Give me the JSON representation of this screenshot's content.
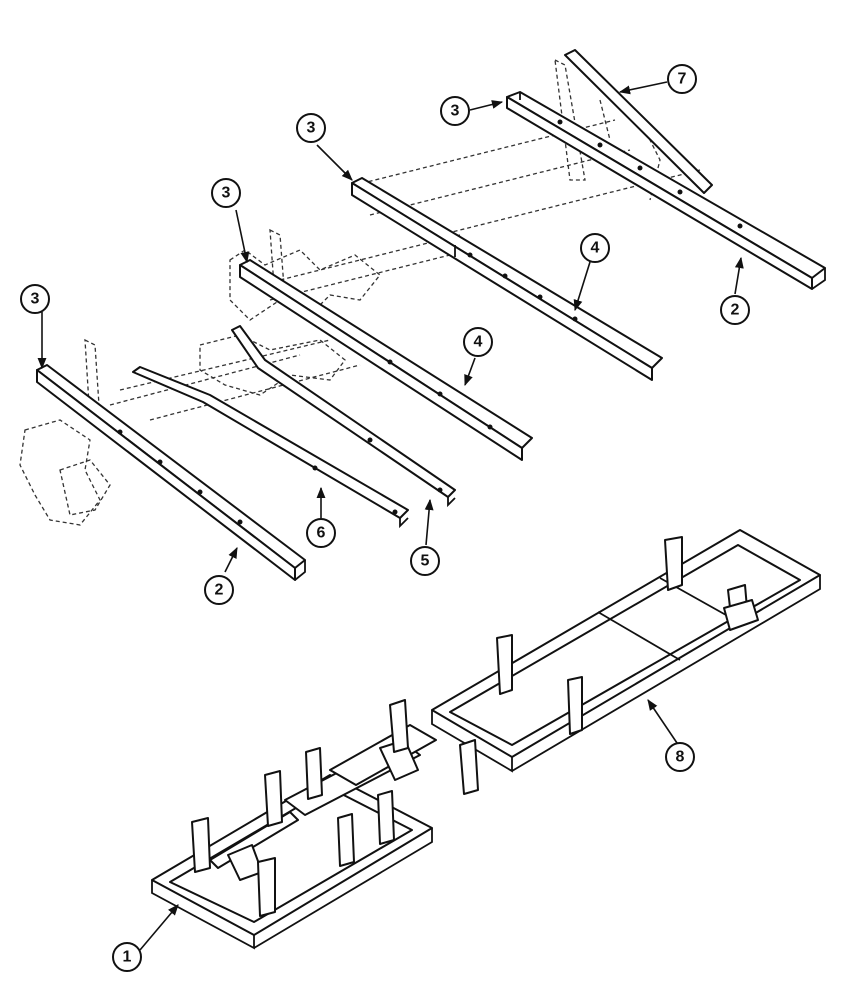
{
  "callouts": [
    {
      "id": "c1",
      "label": "1"
    },
    {
      "id": "c2a",
      "label": "2"
    },
    {
      "id": "c2b",
      "label": "2"
    },
    {
      "id": "c3a",
      "label": "3"
    },
    {
      "id": "c3b",
      "label": "3"
    },
    {
      "id": "c3c",
      "label": "3"
    },
    {
      "id": "c3d",
      "label": "3"
    },
    {
      "id": "c4a",
      "label": "4"
    },
    {
      "id": "c4b",
      "label": "4"
    },
    {
      "id": "c5",
      "label": "5"
    },
    {
      "id": "c6",
      "label": "6"
    },
    {
      "id": "c7",
      "label": "7"
    },
    {
      "id": "c8",
      "label": "8"
    }
  ]
}
